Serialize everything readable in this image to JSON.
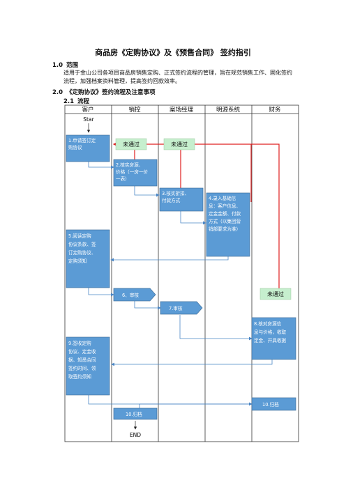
{
  "doc": {
    "title": "商品房《定购协议》及《预售合同》 签约指引",
    "s1": {
      "num": "1.0",
      "title": "范围"
    },
    "s1_text": "适用于金山公司各项目商品房销售定购、正式签约流程的管理，旨在规范销售工作、固化签约流程，加强档案资料管理，提高签约回款效率。",
    "s2": {
      "num": "2.0",
      "title": "《定购协议》签约流程及注意事项"
    },
    "s21": {
      "num": "2.1",
      "title": "流程"
    }
  },
  "flow": {
    "lanes": [
      "客户",
      "销控",
      "案场经理",
      "明源系统",
      "财务"
    ],
    "start": "Star",
    "end": "END",
    "steps": {
      "s1": "1.申请签订定购协议",
      "s2": "2.核实房源、价格（一房一价一表）",
      "s3": "3.核实折扣、付款方式",
      "s4": "4.录入基础信息：客户信息、定金金额、付款方式（以集团营销部要求为准）",
      "s5": "5.阅读定购协议条款、签订定购协议、定购须知",
      "s6": "6、审核",
      "s7": "7.审核",
      "s8": "8.核对房源信息与价格，收取定金、开具收据",
      "s9": "9.签收定购协议、定金收据、知悉合同签约时间、领取签约须知",
      "s10a": "10.归档",
      "s10b": "10.归档"
    },
    "reject": [
      "未通过",
      "未通过",
      "未通过"
    ],
    "colors": {
      "box": "#5b9bd5",
      "box_border": "#41719c",
      "reject_bg": "#c6efce",
      "red": "#e02020",
      "line": "#4a86c5"
    }
  }
}
